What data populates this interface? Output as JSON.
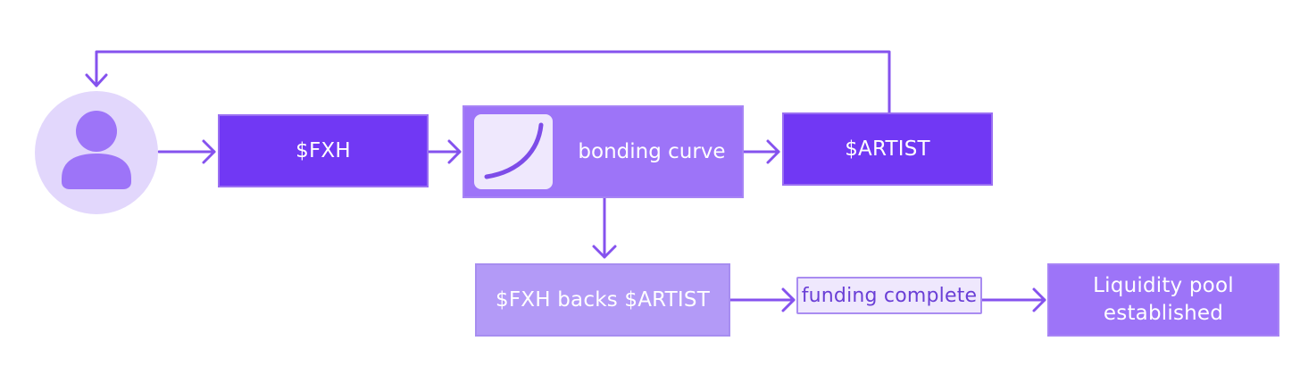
{
  "nodes": {
    "fxh": {
      "label": "$FXH"
    },
    "bonding_curve": {
      "label": "bonding curve"
    },
    "artist": {
      "label": "$ARTIST"
    },
    "backs": {
      "label": "$FXH backs $ARTIST"
    },
    "funding": {
      "label": "funding complete"
    },
    "pool": {
      "line1": "Liquidity pool",
      "line2": "established"
    }
  },
  "icons": {
    "user": "user-icon",
    "curve": "curve-icon"
  },
  "colors": {
    "dark_box": "#7138f4",
    "mid_box": "#9d74f8",
    "light_box": "#b39af7",
    "pill_fill": "#efe8fd",
    "pill_text": "#6a3fd6",
    "avatar_bg": "#e2d7fc",
    "avatar_fg": "#9d74f8",
    "arrow": "#8552ee"
  }
}
